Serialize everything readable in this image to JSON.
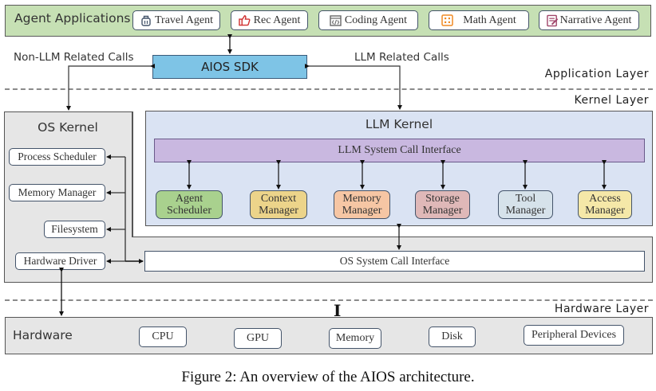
{
  "figure": {
    "caption": "Figure 2: An overview of the AIOS architecture."
  },
  "application_layer": {
    "title": "Agent Applications",
    "agents": [
      {
        "label": "Travel Agent",
        "icon": "luggage-icon",
        "color": "#44546a"
      },
      {
        "label": "Rec Agent",
        "icon": "thumbs-up-icon",
        "color": "#d03030"
      },
      {
        "label": "Coding Agent",
        "icon": "code-window-icon",
        "color": "#666666"
      },
      {
        "label": "Math Agent",
        "icon": "calculator-icon",
        "color": "#f08a24"
      },
      {
        "label": "Narrative Agent",
        "icon": "edit-document-icon",
        "color": "#a0456a"
      }
    ],
    "sdk_label": "AIOS SDK",
    "non_llm_calls_label": "Non-LLM Related Calls",
    "llm_calls_label": "LLM Related Calls",
    "layer_label": "Application Layer"
  },
  "kernel_layer": {
    "layer_label": "Kernel Layer",
    "os_kernel": {
      "title": "OS Kernel",
      "items": [
        "Process Scheduler",
        "Memory Manager",
        "Filesystem",
        "Hardware Driver"
      ],
      "syscall_interface": "OS System Call Interface"
    },
    "llm_kernel": {
      "title": "LLM Kernel",
      "syscall_interface": "LLM System Call Interface",
      "modules": [
        {
          "line1": "Agent",
          "line2": "Scheduler",
          "color": "#a9d18e"
        },
        {
          "line1": "Context",
          "line2": "Manager",
          "color": "#ecd48a"
        },
        {
          "line1": "Memory",
          "line2": "Manager",
          "color": "#f6c6a4"
        },
        {
          "line1": "Storage",
          "line2": "Manager",
          "color": "#dfb8b8"
        },
        {
          "line1": "Tool",
          "line2": "Manager",
          "color": "#d6e2ea"
        },
        {
          "line1": "Access",
          "line2": "Manager",
          "color": "#f5e8a8"
        }
      ]
    }
  },
  "hardware_layer": {
    "layer_label": "Hardware Layer",
    "title": "Hardware",
    "devices": [
      "CPU",
      "GPU",
      "Memory",
      "Disk",
      "Peripheral Devices"
    ]
  },
  "colors": {
    "app_bg": "#c6e0b4",
    "sdk_bg": "#7ec4e6",
    "llm_kernel_bg": "#dae3f3",
    "llm_sci_bg": "#c9b8e0",
    "os_bg": "#e6e6e6"
  }
}
